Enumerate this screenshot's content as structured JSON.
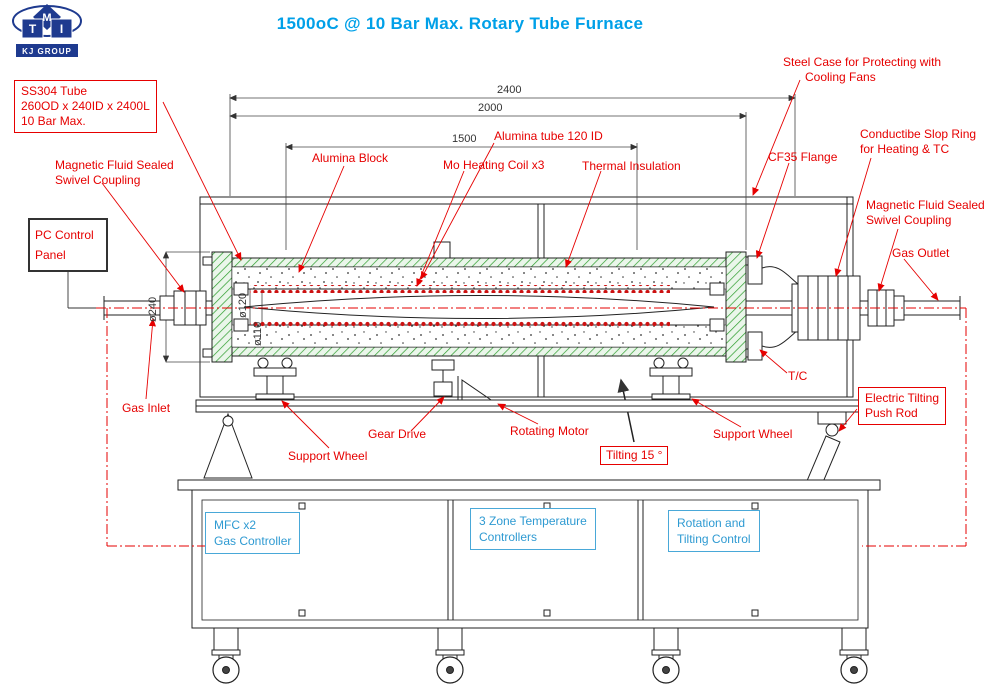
{
  "title": "1500oC @ 10 Bar Max. Rotary Tube Furnace",
  "logo": {
    "letter_m": "M",
    "letter_t": "T",
    "letter_i": "I",
    "group": "KJ GROUP"
  },
  "callouts": {
    "ss304_line1": "SS304 Tube",
    "ss304_line2": "260OD x 240ID x 2400L",
    "ss304_line3": "10 Bar Max.",
    "steel_case_line1": "Steel Case for Protecting with",
    "steel_case_line2": "Cooling Fans",
    "magnetic_left_line1": "Magnetic Fluid Sealed",
    "magnetic_left_line2": "Swivel Coupling",
    "pc_panel_line1": "PC Control",
    "pc_panel_line2": "Panel",
    "alumina_block": "Alumina Block",
    "alumina_tube": "Alumina tube 120 ID",
    "mo_coil": "Mo Heating Coil x3",
    "thermal_insulation": "Thermal Insulation",
    "cf35_flange": "CF35 Flange",
    "slip_ring_line1": "Conductibe Slop Ring",
    "slip_ring_line2": "for Heating & TC",
    "magnetic_right_line1": "Magnetic Fluid Sealed",
    "magnetic_right_line2": "Swivel Coupling",
    "gas_outlet": "Gas Outlet",
    "gas_inlet": "Gas Inlet",
    "gear_drive": "Gear Drive",
    "rotating_motor": "Rotating Motor",
    "support_wheel_left": "Support Wheel",
    "support_wheel_right": "Support Wheel",
    "tilting": "Tilting 15 °",
    "tc": "T/C",
    "push_rod_line1": "Electric Tilting",
    "push_rod_line2": "Push Rod",
    "mfc_line1": "MFC x2",
    "mfc_line2": "Gas Controller",
    "zone_line1": "3 Zone Temperature",
    "zone_line2": "Controllers",
    "rotation_line1": "Rotation and",
    "rotation_line2": "Tilting Control"
  },
  "dimensions": {
    "length_total": "2400",
    "length_case": "2000",
    "length_heated": "1500",
    "dia_outer": "ø240",
    "dia_tube": "ø120",
    "dia_inner": "ø110"
  },
  "colors": {
    "title_blue": "#00a0e8",
    "annotation_red": "#e60000",
    "box_blue": "#2e9ad2",
    "flange_green": "#2e9e2e",
    "logo_blue": "#1e3a8f"
  }
}
